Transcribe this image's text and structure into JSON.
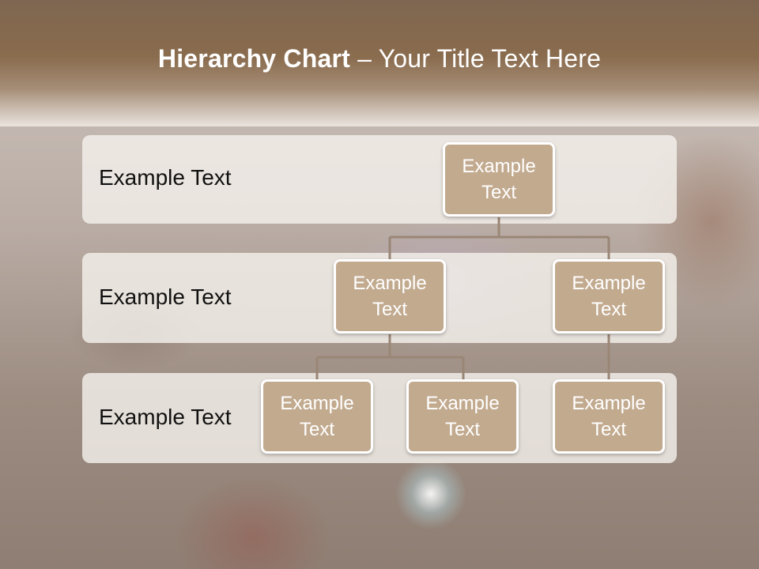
{
  "title": {
    "bold": "Hierarchy Chart",
    "rest": " – Your Title Text Here"
  },
  "rows": [
    {
      "label": "Example Text"
    },
    {
      "label": "Example Text"
    },
    {
      "label": "Example Text"
    }
  ],
  "nodes": {
    "root": "Example Text",
    "left": "Example Text",
    "right": "Example Text",
    "left_child_1": "Example Text",
    "left_child_2": "Example Text",
    "right_child": "Example Text"
  },
  "colors": {
    "node": "#c2aa8f",
    "connector": "#9a8675",
    "band": "#8a6c4e"
  }
}
